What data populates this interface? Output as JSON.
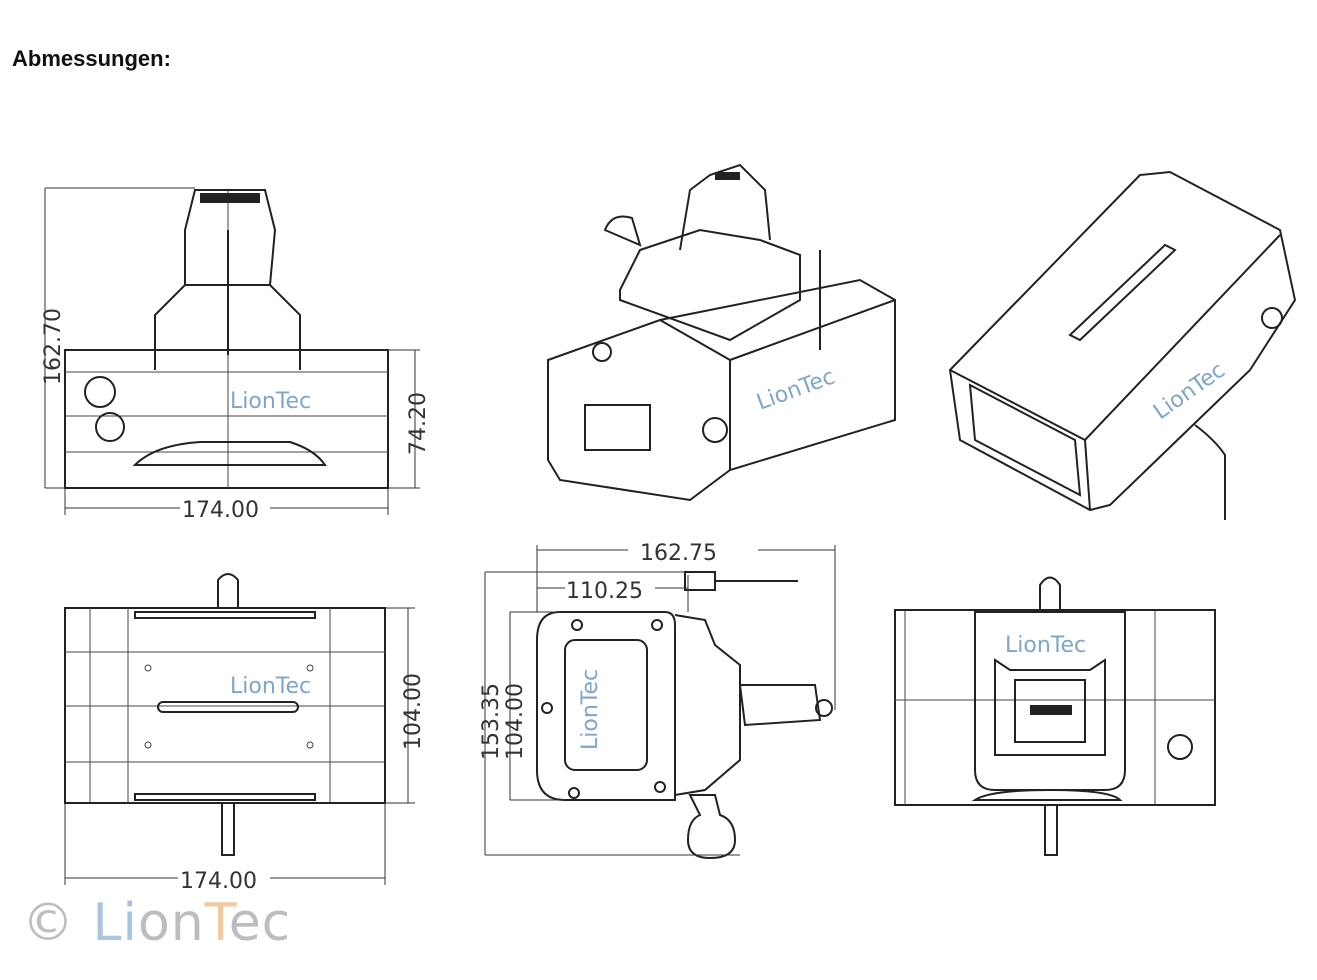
{
  "heading": "Abmessungen:",
  "views": {
    "front": {
      "height_total": "162.70",
      "height_body": "74.20",
      "width": "174.00",
      "brand": "LionTec"
    },
    "iso_front": {
      "brand": "LionTec"
    },
    "iso_rear": {
      "brand": "LionTec"
    },
    "top": {
      "depth": "104.00",
      "width": "174.00",
      "brand": "LionTec"
    },
    "side": {
      "overall_length": "162.75",
      "partial_length": "110.25",
      "height_total": "153.35",
      "height_body": "104.00",
      "brand": "LionTec"
    },
    "bottom": {
      "brand": "LionTec"
    }
  },
  "watermark": {
    "copyright": "©",
    "brand_first": "L",
    "brand_i": "i",
    "brand_on": "on",
    "brand_T": "T",
    "brand_ec": "ec"
  },
  "colors": {
    "brand_blue": "#a9c6e0",
    "brand_orange": "#f2c9a0",
    "brand_grey": "#bdbdbd"
  }
}
